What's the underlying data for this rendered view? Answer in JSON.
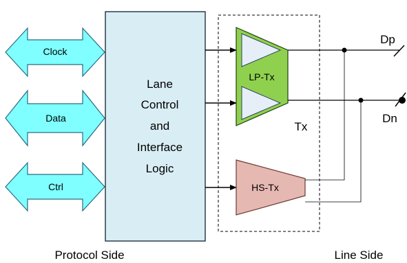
{
  "signals": {
    "clock": "Clock",
    "data": "Data",
    "ctrl": "Ctrl"
  },
  "logic_block": {
    "lines": [
      "Lane",
      "Control",
      "and",
      "Interface",
      "Logic"
    ]
  },
  "lp_tx": "LP-Tx",
  "hs_tx": "HS-Tx",
  "tx_group": "Tx",
  "pins": {
    "dp": "Dp",
    "dn": "Dn"
  },
  "captions": {
    "protocol_side": "Protocol Side",
    "line_side": "Line Side"
  },
  "colors": {
    "arrow_fill": "#7fffff",
    "logic_fill": "#d9edf4",
    "lp_fill": "#8fd14f",
    "triangle_fill": "#e6eef8",
    "hs_fill": "#e6b8b2"
  }
}
